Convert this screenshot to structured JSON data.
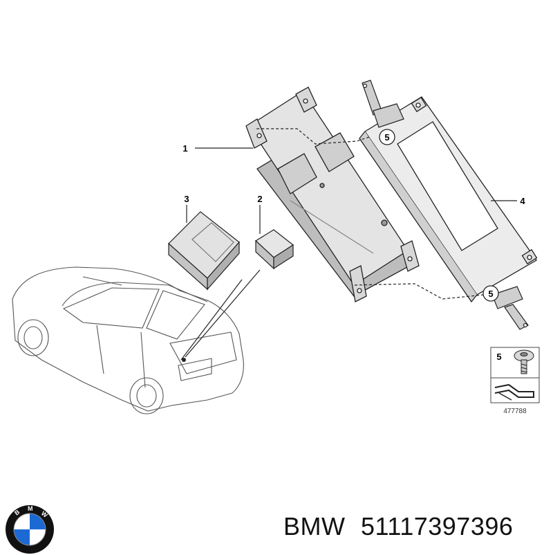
{
  "callouts": {
    "c1": "1",
    "c2": "2",
    "c3": "3",
    "c4": "4",
    "c5a": "5",
    "c5b": "5",
    "c5legend": "5"
  },
  "diagram_number": "477788",
  "caption": {
    "brand": "BMW",
    "part_number": "51117397396"
  },
  "logo": {
    "text": "BMW",
    "colors": {
      "ring": "#111111",
      "blue": "#1c69d4",
      "white": "#ffffff"
    }
  },
  "colors": {
    "line": "#222222",
    "part_fill": "#e6e6e6",
    "part_dark": "#9a9a9a"
  }
}
